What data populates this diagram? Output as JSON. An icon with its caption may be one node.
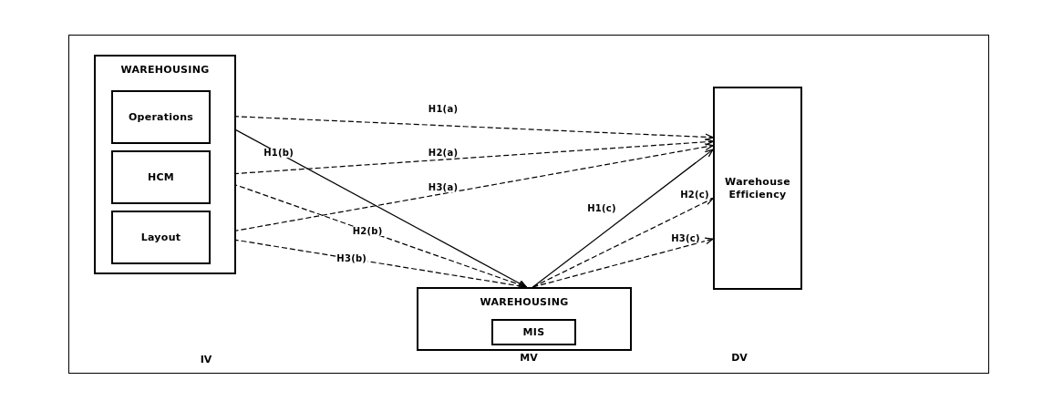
{
  "diagram": {
    "nodes": [
      {
        "text": [
          "WAREHOUSING"
        ]
      },
      {
        "text": [
          "Operations"
        ],
        "in": 0
      },
      {
        "text": [
          "HCM"
        ],
        "in": 0
      },
      {
        "text": [
          "Layout"
        ],
        "in": 0
      },
      {
        "text": [
          "Warehouse Efficiency"
        ]
      },
      {
        "text": [
          "WAREHOUSING"
        ]
      },
      {
        "text": [
          "MIS"
        ],
        "in": 5
      }
    ],
    "edges": [
      {
        "from": 1,
        "to": 4,
        "arrow": "to",
        "label": "H1(a)",
        "style": "dashed"
      },
      {
        "from": 2,
        "to": 4,
        "arrow": "to",
        "label": "H2(a)",
        "style": "dashed"
      },
      {
        "from": 3,
        "to": 4,
        "arrow": "to",
        "label": "H3(a)",
        "style": "dashed"
      },
      {
        "from": 1,
        "to": 5,
        "arrow": "to",
        "label": "H1(b)"
      },
      {
        "from": 2,
        "to": 5,
        "arrow": "to",
        "label": "H2(b)",
        "style": "dashed"
      },
      {
        "from": 3,
        "to": 5,
        "arrow": "to",
        "label": "H3(b)",
        "style": "dashed"
      },
      {
        "from": 5,
        "to": 4,
        "arrow": "to",
        "label": "H1(c)"
      },
      {
        "from": 5,
        "to": 4,
        "arrow": "to",
        "label": "H2(c)",
        "style": "dashed"
      },
      {
        "from": 5,
        "to": 4,
        "arrow": "to",
        "label": "H3(c)",
        "style": "dashed"
      }
    ],
    "labels": [
      "IV",
      "MV",
      "DV"
    ]
  }
}
